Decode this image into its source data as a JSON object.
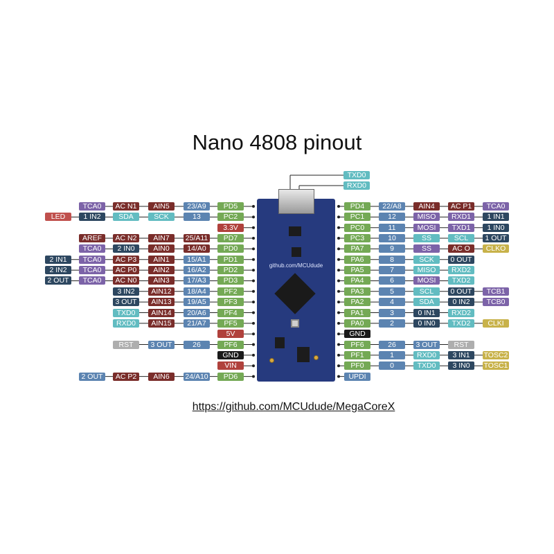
{
  "title": "Nano 4808 pinout",
  "board_text": "github.com/MCUdude",
  "url": "https://github.com/MCUdude/MegaCoreX",
  "colors": {
    "port": "#74a955",
    "power": "#b0413c",
    "gnd": "#1a1a1a",
    "maroon": "#7a2d2a",
    "navy": "#2d4760",
    "purple": "#7c63a8",
    "teal": "#62bcc1",
    "steel": "#5c84b1",
    "gray": "#aeaeae",
    "yellow": "#c8b24a",
    "red": "#c0504d"
  },
  "top_pins": [
    "TXD0",
    "RXD0"
  ],
  "left_rows": [
    [
      [
        "port",
        "PD5"
      ],
      [
        "steel",
        "23/A9"
      ],
      [
        "maroon",
        "AIN5"
      ],
      [
        "maroon",
        "AC N1"
      ],
      [
        "purple",
        "TCA0"
      ]
    ],
    [
      [
        "port",
        "PC2"
      ],
      [
        "steel",
        "13"
      ],
      [
        "teal",
        "SCK"
      ],
      [
        "teal",
        "SDA"
      ],
      [
        "navy",
        "1 IN2"
      ],
      [
        "red",
        "LED"
      ]
    ],
    [
      [
        "power",
        "3.3V"
      ]
    ],
    [
      [
        "port",
        "PD7"
      ],
      [
        "maroon",
        "25/A11"
      ],
      [
        "maroon",
        "AIN7"
      ],
      [
        "maroon",
        "AC N2"
      ],
      [
        "maroon",
        "AREF"
      ]
    ],
    [
      [
        "port",
        "PD0"
      ],
      [
        "maroon",
        "14/A0"
      ],
      [
        "maroon",
        "AIN0"
      ],
      [
        "navy",
        "2 IN0"
      ],
      [
        "purple",
        "TCA0"
      ]
    ],
    [
      [
        "port",
        "PD1"
      ],
      [
        "steel",
        "15/A1"
      ],
      [
        "maroon",
        "AIN1"
      ],
      [
        "maroon",
        "AC P3"
      ],
      [
        "purple",
        "TCA0"
      ],
      [
        "navy",
        "2 IN1"
      ]
    ],
    [
      [
        "port",
        "PD2"
      ],
      [
        "steel",
        "16/A2"
      ],
      [
        "maroon",
        "AIN2"
      ],
      [
        "maroon",
        "AC P0"
      ],
      [
        "purple",
        "TCA0"
      ],
      [
        "navy",
        "2 IN2"
      ]
    ],
    [
      [
        "port",
        "PD3"
      ],
      [
        "steel",
        "17/A3"
      ],
      [
        "maroon",
        "AIN3"
      ],
      [
        "maroon",
        "AC N0"
      ],
      [
        "purple",
        "TCA0"
      ],
      [
        "navy",
        "2 OUT"
      ]
    ],
    [
      [
        "port",
        "PF2"
      ],
      [
        "steel",
        "18/A4"
      ],
      [
        "maroon",
        "AIN12"
      ],
      [
        "navy",
        "3 IN2"
      ]
    ],
    [
      [
        "port",
        "PF3"
      ],
      [
        "steel",
        "19/A5"
      ],
      [
        "maroon",
        "AIN13"
      ],
      [
        "navy",
        "3 OUT"
      ]
    ],
    [
      [
        "port",
        "PF4"
      ],
      [
        "steel",
        "20/A6"
      ],
      [
        "maroon",
        "AIN14"
      ],
      [
        "teal",
        "TXD0"
      ]
    ],
    [
      [
        "port",
        "PF5"
      ],
      [
        "steel",
        "21/A7"
      ],
      [
        "maroon",
        "AIN15"
      ],
      [
        "teal",
        "RXD0"
      ]
    ],
    [
      [
        "power",
        "5V"
      ]
    ],
    [
      [
        "port",
        "PF6"
      ],
      [
        "steel",
        "26"
      ],
      [
        "steel",
        "3 OUT"
      ],
      [
        "gray",
        "RST"
      ]
    ],
    [
      [
        "gnd",
        "GND"
      ]
    ],
    [
      [
        "power",
        "VIN"
      ]
    ],
    [
      [
        "port",
        "PD6"
      ],
      [
        "steel",
        "24/A10"
      ],
      [
        "maroon",
        "AIN6"
      ],
      [
        "maroon",
        "AC P2"
      ],
      [
        "steel",
        "2 OUT"
      ]
    ]
  ],
  "right_rows": [
    [
      [
        "port",
        "PD4"
      ],
      [
        "steel",
        "22/A8"
      ],
      [
        "maroon",
        "AIN4"
      ],
      [
        "maroon",
        "AC P1"
      ],
      [
        "purple",
        "TCA0"
      ]
    ],
    [
      [
        "port",
        "PC1"
      ],
      [
        "steel",
        "12"
      ],
      [
        "purple",
        "MISO"
      ],
      [
        "purple",
        "RXD1"
      ],
      [
        "navy",
        "1 IN1"
      ]
    ],
    [
      [
        "port",
        "PC0"
      ],
      [
        "steel",
        "11"
      ],
      [
        "purple",
        "MOSI"
      ],
      [
        "purple",
        "TXD1"
      ],
      [
        "navy",
        "1 IN0"
      ]
    ],
    [
      [
        "port",
        "PC3"
      ],
      [
        "steel",
        "10"
      ],
      [
        "teal",
        "SS"
      ],
      [
        "teal",
        "SCL"
      ],
      [
        "navy",
        "1 OUT"
      ]
    ],
    [
      [
        "port",
        "PA7"
      ],
      [
        "steel",
        "9"
      ],
      [
        "purple",
        "SS"
      ],
      [
        "maroon",
        "AC O"
      ],
      [
        "yellow",
        "CLKO"
      ]
    ],
    [
      [
        "port",
        "PA6"
      ],
      [
        "steel",
        "8"
      ],
      [
        "teal",
        "SCK"
      ],
      [
        "navy",
        "0 OUT"
      ]
    ],
    [
      [
        "port",
        "PA5"
      ],
      [
        "steel",
        "7"
      ],
      [
        "teal",
        "MISO"
      ],
      [
        "teal",
        "RXD2"
      ]
    ],
    [
      [
        "port",
        "PA4"
      ],
      [
        "steel",
        "6"
      ],
      [
        "purple",
        "MOSI"
      ],
      [
        "teal",
        "TXD2"
      ]
    ],
    [
      [
        "port",
        "PA3"
      ],
      [
        "steel",
        "5"
      ],
      [
        "teal",
        "SCL"
      ],
      [
        "navy",
        "0 OUT"
      ],
      [
        "purple",
        "TCB1"
      ]
    ],
    [
      [
        "port",
        "PA2"
      ],
      [
        "steel",
        "4"
      ],
      [
        "teal",
        "SDA"
      ],
      [
        "navy",
        "0 IN2"
      ],
      [
        "purple",
        "TCB0"
      ]
    ],
    [
      [
        "port",
        "PA1"
      ],
      [
        "steel",
        "3"
      ],
      [
        "navy",
        "0 IN1"
      ],
      [
        "teal",
        "RXD2"
      ]
    ],
    [
      [
        "port",
        "PA0"
      ],
      [
        "steel",
        "2"
      ],
      [
        "navy",
        "0 IN0"
      ],
      [
        "teal",
        "TXD2"
      ],
      [
        "yellow",
        "CLKI"
      ]
    ],
    [
      [
        "gnd",
        "GND"
      ]
    ],
    [
      [
        "port",
        "PF6"
      ],
      [
        "steel",
        "26"
      ],
      [
        "steel",
        "3 OUT"
      ],
      [
        "gray",
        "RST"
      ]
    ],
    [
      [
        "port",
        "PF1"
      ],
      [
        "steel",
        "1"
      ],
      [
        "teal",
        "RXD0"
      ],
      [
        "navy",
        "3 IN1"
      ],
      [
        "yellow",
        "TOSC2"
      ]
    ],
    [
      [
        "port",
        "PF0"
      ],
      [
        "steel",
        "0"
      ],
      [
        "teal",
        "TXD0"
      ],
      [
        "navy",
        "3 IN0"
      ],
      [
        "yellow",
        "TOSC1"
      ]
    ],
    [
      [
        "steel",
        "UPDI"
      ]
    ]
  ]
}
